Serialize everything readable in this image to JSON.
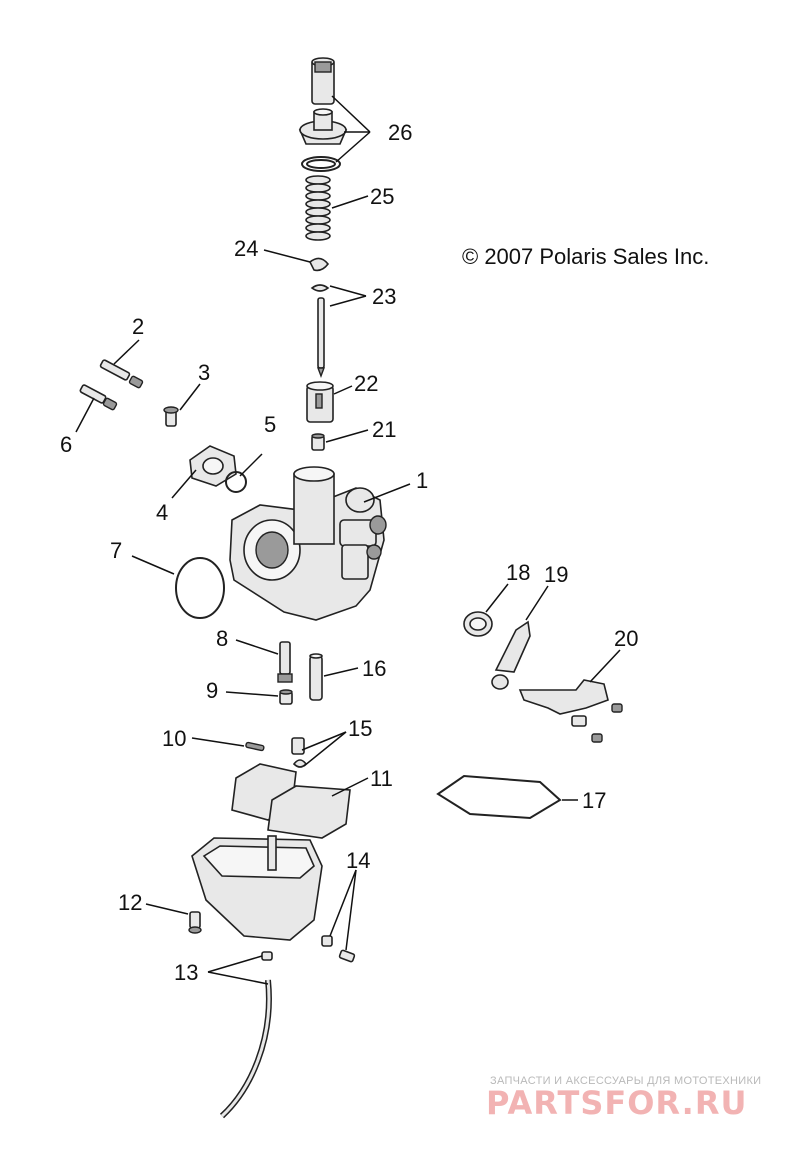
{
  "copyright": "© 2007 Polaris Sales Inc.",
  "watermark": {
    "tagline": "ЗАПЧАСТИ И АКСЕССУАРЫ ДЛЯ МОТОТЕХНИКИ",
    "brand": "PARTSFOR.RU"
  },
  "callouts": {
    "c1": "1",
    "c2": "2",
    "c3": "3",
    "c4": "4",
    "c5": "5",
    "c6": "6",
    "c7": "7",
    "c8": "8",
    "c9": "9",
    "c10": "10",
    "c11": "11",
    "c12": "12",
    "c13": "13",
    "c14": "14",
    "c15": "15",
    "c16": "16",
    "c17": "17",
    "c18": "18",
    "c19": "19",
    "c20": "20",
    "c21": "21",
    "c22": "22",
    "c23": "23",
    "c24": "24",
    "c25": "25",
    "c26": "26"
  }
}
